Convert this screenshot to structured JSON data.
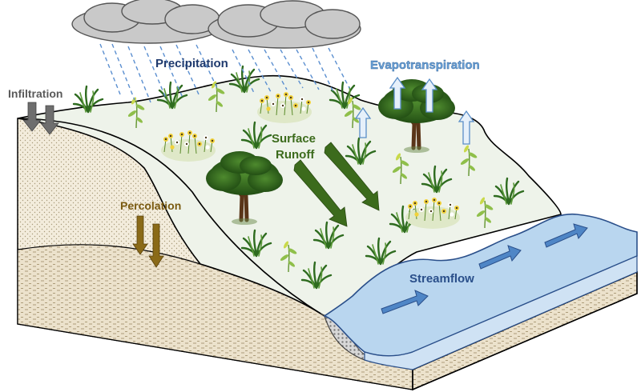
{
  "labels": {
    "infiltration": "Infiltration",
    "precipitation": "Precipitation",
    "evapotranspiration": "Evapotranspiration",
    "surface_runoff_line1": "Surface",
    "surface_runoff_line2": "Runoff",
    "percolation": "Percolation",
    "streamflow": "Streamflow"
  },
  "colors": {
    "infiltration_text": "#5a5a5a",
    "precipitation_text": "#1f3a6e",
    "evapotranspiration_text": "#6aa2d8",
    "runoff_text": "#3c6b1c",
    "percolation_text": "#7a5a10",
    "streamflow_text": "#2a4f8a",
    "ground_surface": "#eef3ea",
    "soil": "#f1ebdc",
    "water": "#b9d6ef",
    "cloud": "#c9c9c9"
  }
}
